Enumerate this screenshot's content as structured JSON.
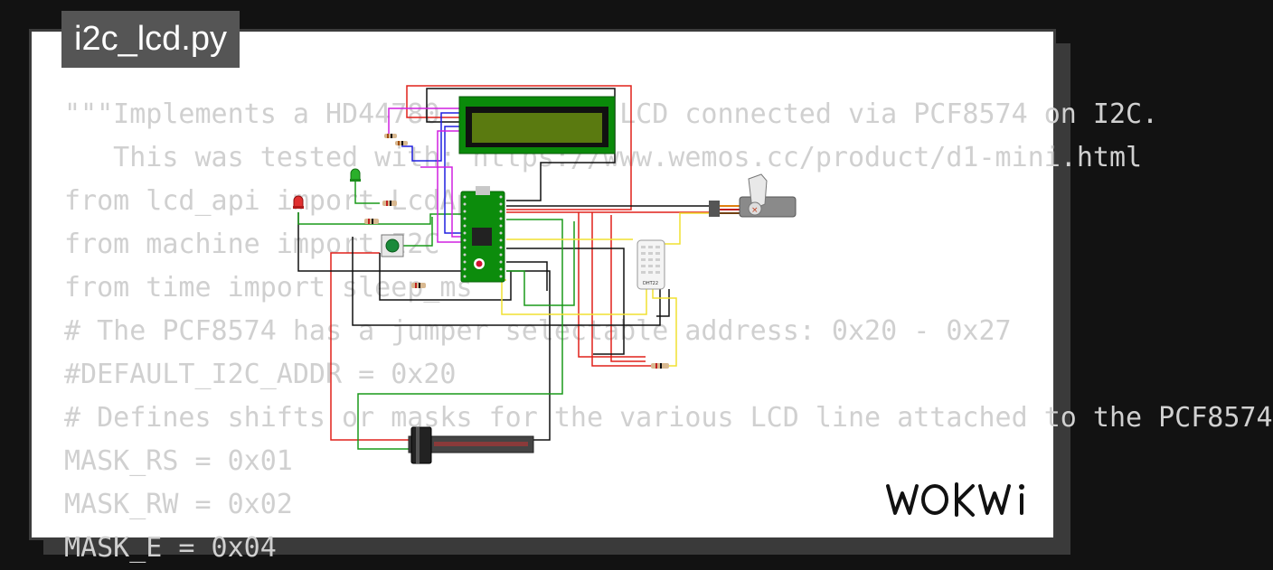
{
  "project": {
    "filename": "i2c_lcd.py"
  },
  "code": {
    "lines": [
      "\"\"\"Implements a HD44780 character LCD connected via PCF8574 on I2C.",
      "   This was tested with: https://www.wemos.cc/product/d1-mini.html",
      "from lcd_api import LcdApi",
      "from machine import I2C",
      "from time import sleep_ms",
      "# The PCF8574 has a jumper selectable address: 0x20 - 0x27",
      "#DEFAULT_I2C_ADDR = 0x20",
      "# Defines shifts or masks for the various LCD line attached to the PCF8574",
      "MASK_RS = 0x01",
      "MASK_RW = 0x02",
      "MASK_E = 0x04"
    ]
  },
  "diagram": {
    "components": [
      "lcd-1602-display",
      "raspberry-pi-pico",
      "servo-motor",
      "dht22-sensor",
      "green-led",
      "red-led",
      "pushbutton",
      "slide-potentiometer",
      "resistor"
    ],
    "sensor_label": "DHT22",
    "wire_colors": {
      "red": "#e0201a",
      "black": "#111111",
      "green": "#1a9a1a",
      "yellow": "#f0e030",
      "blue": "#2020e0",
      "magenta": "#d020e0"
    }
  },
  "branding": {
    "logo": "WOKWi"
  }
}
